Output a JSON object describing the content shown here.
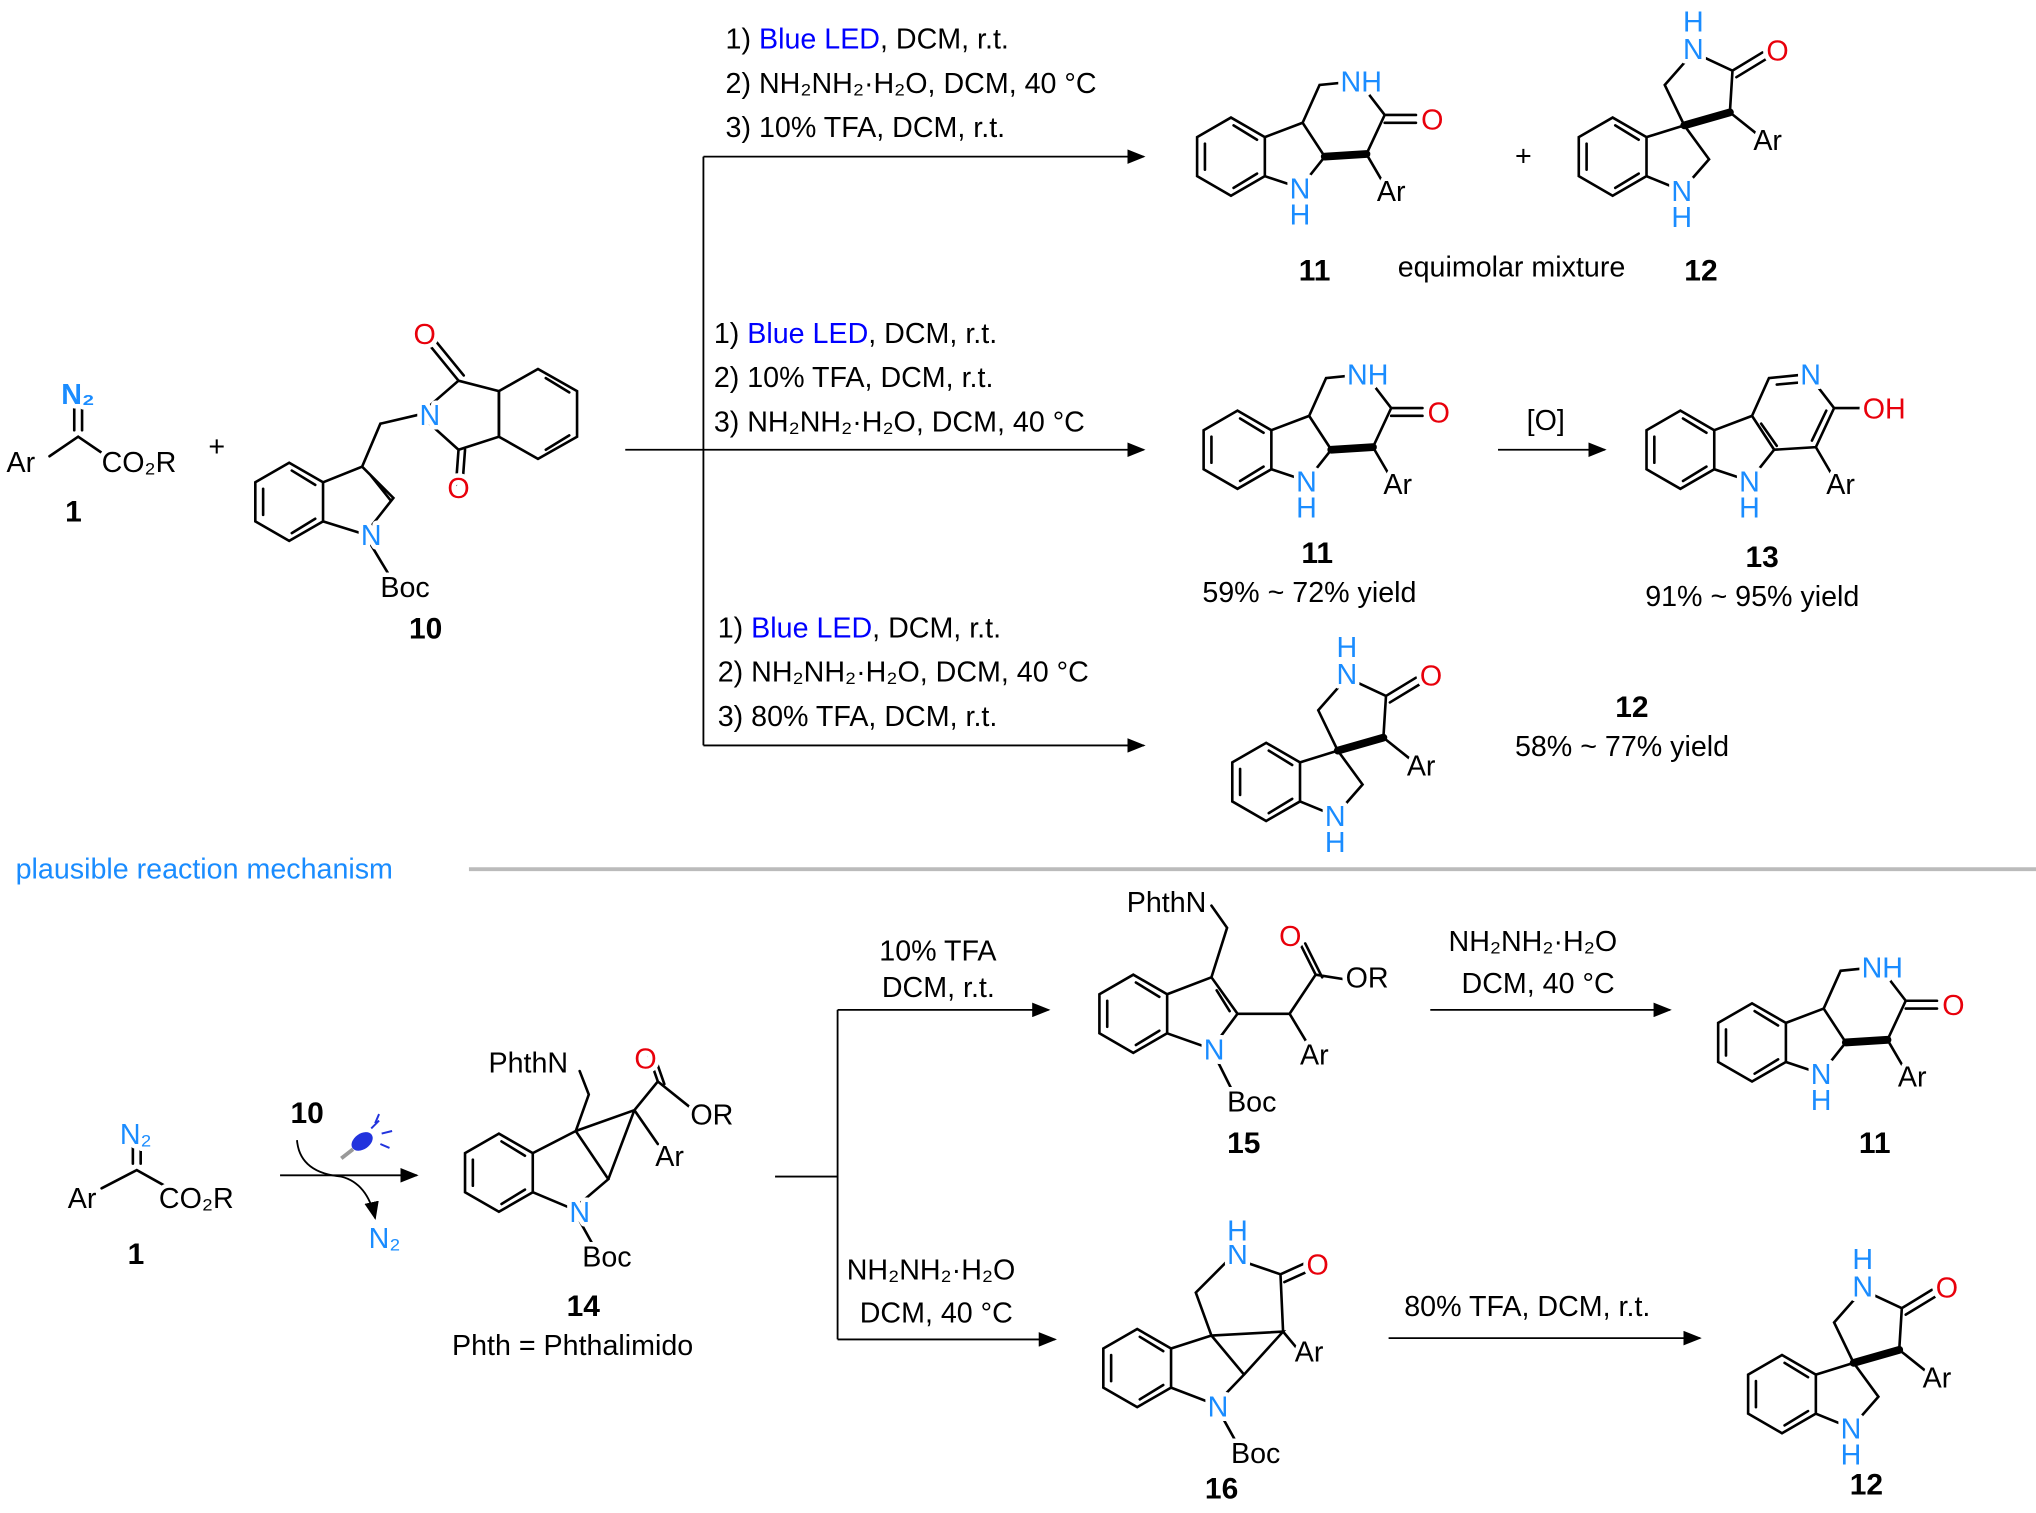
{
  "atoms": {
    "N2": "N₂",
    "Ar": "Ar",
    "CO2R": "CO₂R",
    "N": "N",
    "H": "H",
    "NH": "NH",
    "O": "O",
    "OH": "OH",
    "OR": "OR",
    "Boc": "Boc",
    "PhthN": "PhthN",
    "plus": "+"
  },
  "compounds": {
    "c1": "1",
    "c10": "10",
    "c11": "11",
    "c12": "12",
    "c13": "13",
    "c14": "14",
    "c15": "15",
    "c16": "16"
  },
  "route_a": {
    "step1_prefix": "1) ",
    "step1_blue": "Blue LED",
    "step1_rest": ", DCM, r.t.",
    "step2": "2) NH₂NH₂·H₂O, DCM, 40 °C",
    "step3": "3) 10% TFA, DCM, r.t.",
    "note": "equimolar mixture"
  },
  "route_b": {
    "step1_prefix": "1) ",
    "step1_blue": "Blue LED",
    "step1_rest": ", DCM, r.t.",
    "step2": "2) 10% TFA, DCM, r.t.",
    "step3": "3) NH₂NH₂·H₂O, DCM, 40 °C",
    "yield_11": "59% ~ 72% yield",
    "oxidation": "[O]",
    "yield_13": "91% ~ 95% yield"
  },
  "route_c": {
    "step1_prefix": "1) ",
    "step1_blue": "Blue LED",
    "step1_rest": ", DCM, r.t.",
    "step2": "2) NH₂NH₂·H₂O, DCM, 40 °C",
    "step3": "3) 80% TFA, DCM, r.t.",
    "yield_12": "58% ~ 77% yield"
  },
  "mechanism": {
    "title": "plausible reaction mechanism",
    "step1_reagent": "10",
    "step1_byproduct": "N₂",
    "phth_note": "Phth = Phthalimido",
    "top_cond_1": "10% TFA",
    "top_cond_2": "DCM, r.t.",
    "bottom_cond_1": "NH₂NH₂·H₂O",
    "bottom_cond_2": "DCM, 40 °C",
    "hydrazine_cond_1": "NH₂NH₂·H₂O",
    "hydrazine_cond_2": "DCM, 40 °C",
    "tfa_cond": "80% TFA, DCM, r.t."
  },
  "colors": {
    "nitrogen": "#1a8cff",
    "oxygen": "#e8000b",
    "blue_led": "#0000ff",
    "divider": "#bbbbbb"
  }
}
